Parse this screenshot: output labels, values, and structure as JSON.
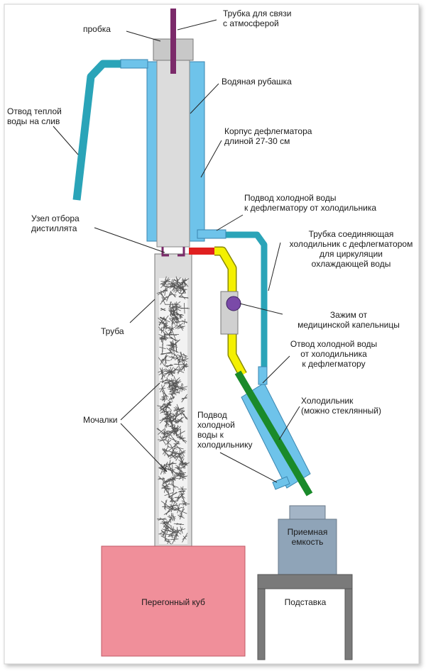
{
  "labels": {
    "atm_tube": "Трубка для связи\nс атмосферой",
    "plug": "пробка",
    "water_jacket": "Водяная рубашка",
    "warm_outlet": "Отвод  теплой\nводы на слив",
    "body": "Корпус дефлегматора\nдлиной 27-30 см",
    "cold_in_deflegm": "Подвод холодной воды\nк дефлегматору от холодильника",
    "take_off": "Узел отбора\nдистиллята",
    "connecting_tube": "Трубка соединяющая\nхолодильник с дефлегматором\nдля циркуляции\nохлаждающей воды",
    "clamp": "Зажим от\nмедицинской капельницы",
    "pipe": "Труба",
    "cold_out": "Отвод холодной воды\nот холодильника\nк дефлегматору",
    "cooler": "Холодильник\n(можно стеклянный)",
    "sponges": "Мочалки",
    "cold_in_cooler": "Подвод\nхолодной\nводы к\nхолодильнику",
    "receiver": "Приемная\nемкость",
    "boiler": "Перегонный куб",
    "stand": "Подставка"
  },
  "colors": {
    "jacket": "#6ec3ea",
    "tube_teal": "#2aa4b8",
    "column": "#dcdcdc",
    "vent": "#7b2a6a",
    "yellow": "#f4f000",
    "green": "#1a8a2a",
    "red": "#e02020",
    "boiler": "#f08f9a",
    "receiver": "#8fa4b8",
    "stand": "#7a7a7a",
    "clamp": "#7a4aa8"
  }
}
